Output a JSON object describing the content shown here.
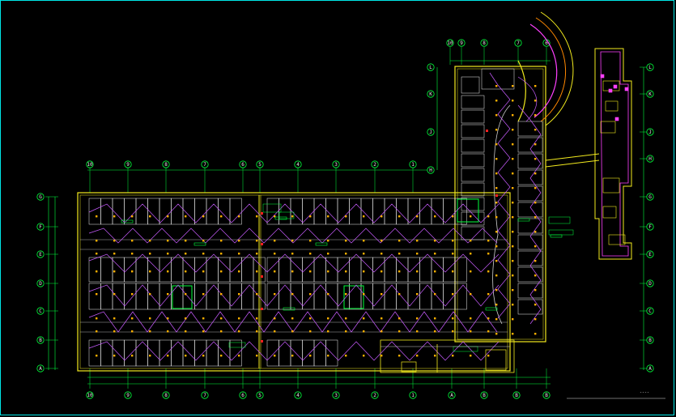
{
  "colors": {
    "background": "#000000",
    "frame": "#00e6e6",
    "dimension_lines": "#00ff3c",
    "walls": "#f2ea1e",
    "parking_stalls": "#f0f0f0",
    "wiring": "#c85cff",
    "fixtures": "#ffb000",
    "outer_wall": "#ff40ff",
    "annotations": "#00ff3c",
    "highlight": "#ff2020"
  },
  "grid_axes": {
    "bottom": [
      "10",
      "9",
      "8",
      "7",
      "6",
      "5",
      "4",
      "3",
      "2",
      "1",
      "A",
      "B"
    ],
    "left": [
      "G",
      "F",
      "E",
      "D",
      "C",
      "B",
      "A"
    ],
    "right": [
      "L",
      "K",
      "J",
      "H",
      "G",
      "F",
      "E",
      "D",
      "C",
      "B",
      "A"
    ]
  },
  "drawing": {
    "type": "underground parking electrical lighting plan",
    "title_block_label": "----"
  }
}
